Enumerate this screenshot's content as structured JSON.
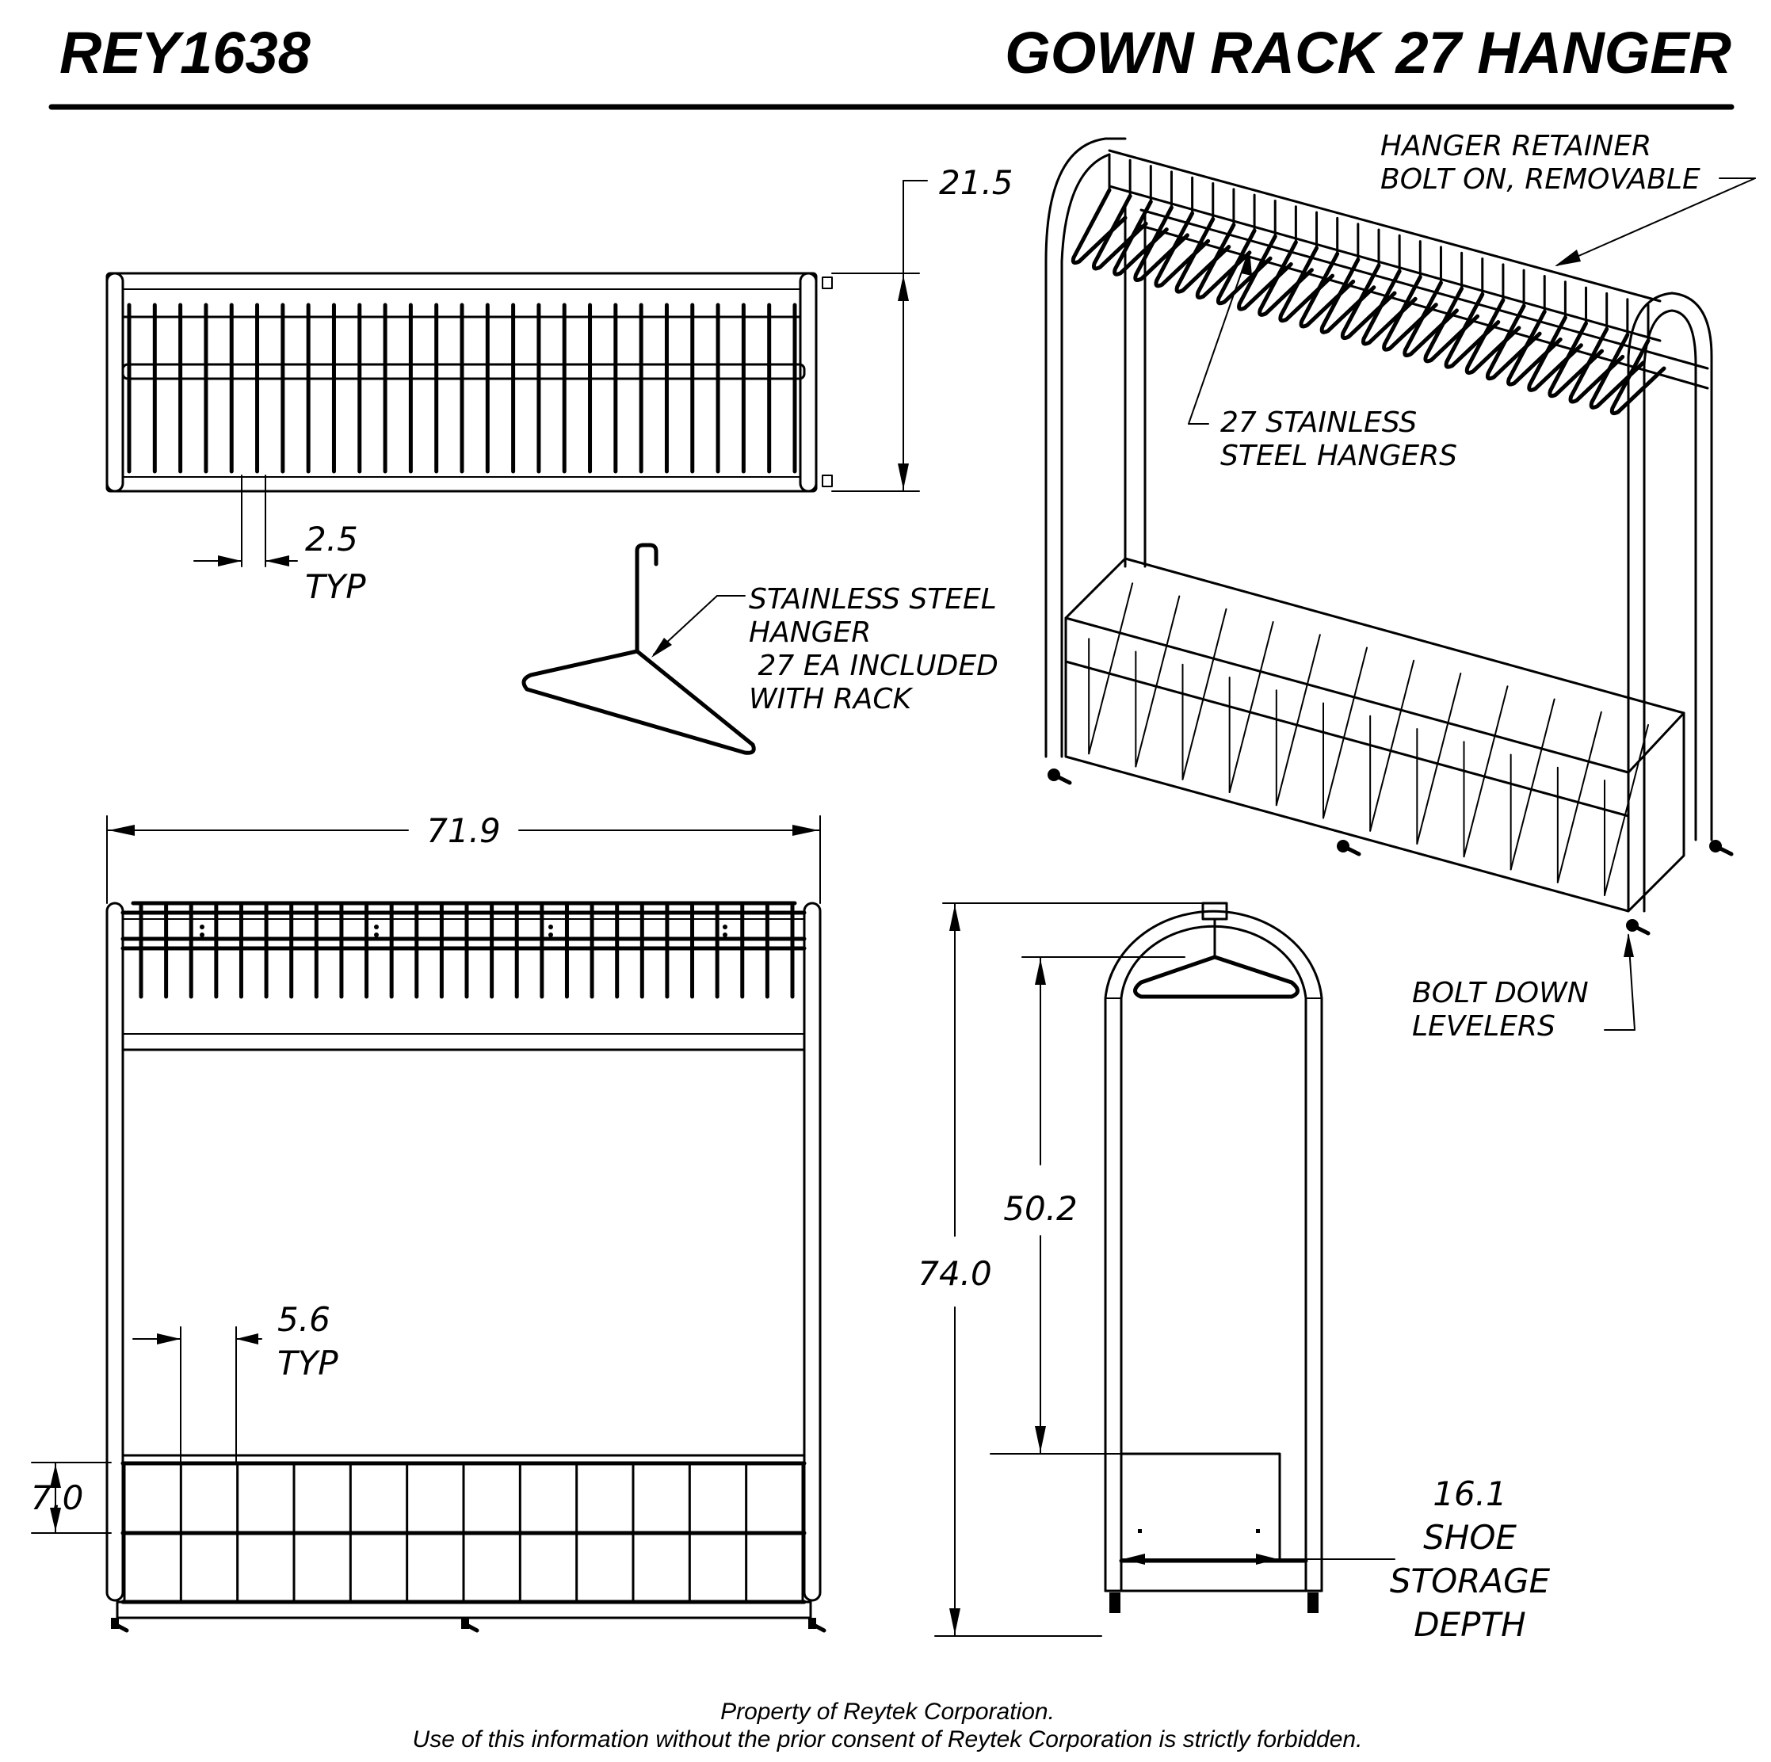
{
  "header": {
    "part_number": "REY1638",
    "title": "GOWN RACK 27 HANGER"
  },
  "top_view": {
    "hanger_count": 27,
    "depth_dimension": "21.5",
    "hanger_spacing_dimension": "2.5",
    "hanger_spacing_note": "TYP"
  },
  "hanger_detail": {
    "label_lines": [
      "STAINLESS STEEL",
      "HANGER",
      " 27 EA INCLUDED",
      "WITH RACK"
    ]
  },
  "isometric_view": {
    "retainer_label_lines": [
      "HANGER RETAINER",
      "BOLT ON, REMOVABLE"
    ],
    "hangers_label_lines": [
      "27 STAINLESS",
      "STEEL HANGERS"
    ],
    "levelers_label_lines": [
      "BOLT DOWN",
      "LEVELERS"
    ],
    "shoe_cubby_columns": 12,
    "shoe_cubby_rows": 2
  },
  "front_view": {
    "width_dimension": "71.9",
    "cubby_width_dimension": "5.6",
    "cubby_width_note": "TYP",
    "cubby_height_dimension": "7.0",
    "hanger_count": 27,
    "cubby_columns": 12,
    "cubby_rows": 2
  },
  "side_view": {
    "overall_height_dimension": "74.0",
    "hanger_height_dimension": "50.2",
    "shoe_depth_dimension": "16.1",
    "shoe_depth_label_lines": [
      "SHOE",
      "STORAGE",
      "DEPTH"
    ]
  },
  "footer": {
    "line1": "Property of Reytek Corporation.",
    "line2": "Use of this information without the prior consent of Reytek Corporation is strictly forbidden."
  }
}
